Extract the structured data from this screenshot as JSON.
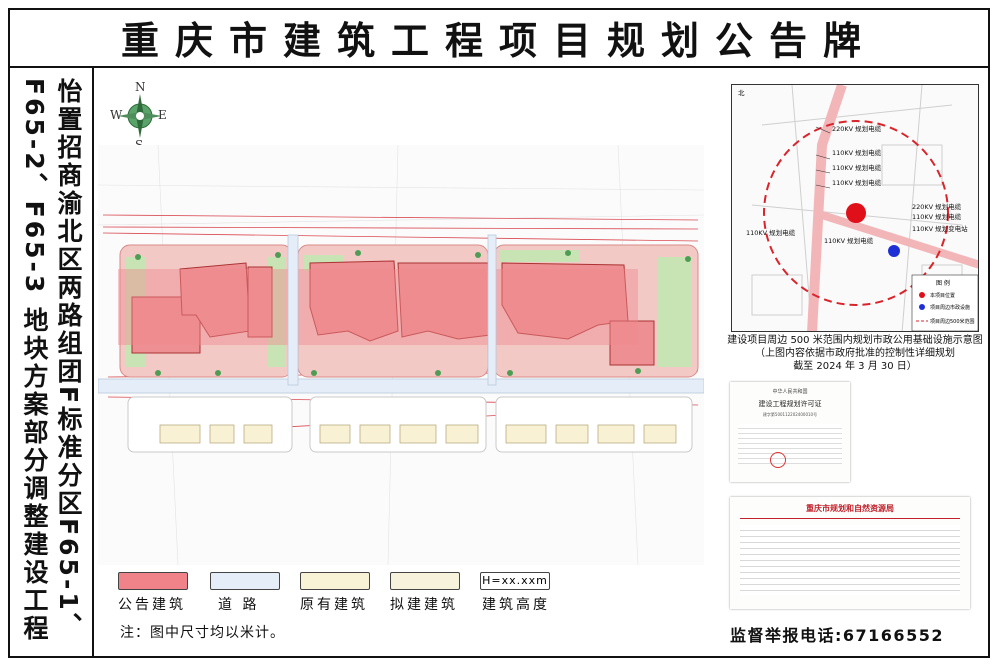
{
  "title": "重庆市建筑工程项目规划公告牌",
  "vertical_title": {
    "line1": "F65-2、F65-3 地块方案部分调整建设工程",
    "line2": "怡置招商渝北区两路组团F标准分区F65-1、"
  },
  "compass": {
    "n": "N",
    "s": "S",
    "e": "E",
    "w": "W"
  },
  "legend": [
    {
      "label": "公告建筑",
      "fill": "#f0828a"
    },
    {
      "label": "道  路",
      "fill": "#e4edf8"
    },
    {
      "label": "原有建筑",
      "fill": "#f8f2d6"
    },
    {
      "label": "拟建建筑",
      "fill": "#f7f2dc"
    },
    {
      "label": "建筑高度",
      "fill": "#ffffff",
      "box_text": "H=xx.xxm"
    }
  ],
  "note": "注：图中尺寸均以米计。",
  "location_map": {
    "north_label": "北",
    "cables": [
      "220KV 规划电缆",
      "110KV 规划电缆",
      "110KV 规划电缆",
      "110KV 规划电缆",
      "220KV 规划电缆",
      "110KV 规划电缆",
      "110KV 规划变电站",
      "110KV 规划电缆",
      "110KV 规划电缆"
    ],
    "legend_title": "图 例",
    "legend_items": [
      "本项目位置",
      "项目周边市政设施",
      "项目周边500米范围"
    ]
  },
  "map_caption": {
    "line1": "建设项目周边 500 米范围内规划市政公用基础设施示意图",
    "line2": "（上图内容依据市政府批准的控制性详细规划",
    "line3": "截至 2024 年 3 月 30 日）"
  },
  "permit": {
    "issuer": "中华人民共和国",
    "title": "建设工程规划许可证",
    "number": "建字第500112202400010号"
  },
  "notice_doc": {
    "header": "重庆市规划和自然资源局"
  },
  "phone": "监督举报电话:67166552"
}
